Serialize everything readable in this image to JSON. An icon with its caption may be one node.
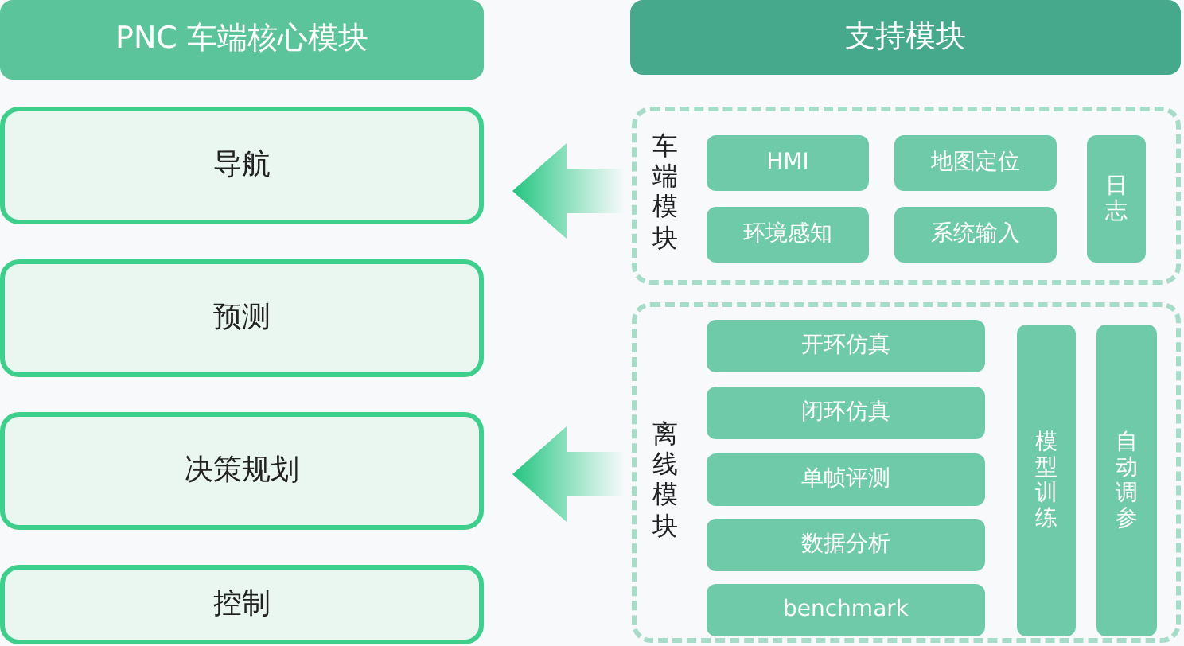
{
  "diagram": {
    "nodes": [
      {
        "text": [
          "PNC 车端核心模块"
        ]
      },
      {
        "text": [
          "导航"
        ]
      },
      {
        "text": [
          "预测"
        ]
      },
      {
        "text": [
          "决策规划"
        ]
      },
      {
        "text": [
          "控制"
        ]
      },
      {
        "text": [
          "支持模块"
        ]
      },
      {
        "text": [
          "车端模块"
        ]
      },
      {
        "text": [
          "HMI"
        ],
        "in": 6
      },
      {
        "text": [
          "地图定位"
        ],
        "in": 6
      },
      {
        "text": [
          "日志"
        ],
        "in": 6
      },
      {
        "text": [
          "环境感知"
        ],
        "in": 6
      },
      {
        "text": [
          "系统输入"
        ],
        "in": 6
      },
      {
        "text": [
          "离线模块"
        ]
      },
      {
        "text": [
          "开环仿真"
        ],
        "in": 12
      },
      {
        "text": [
          "模型训练"
        ],
        "in": 12
      },
      {
        "text": [
          "自动调参"
        ],
        "in": 12
      },
      {
        "text": [
          "闭环仿真"
        ],
        "in": 12
      },
      {
        "text": [
          "单帧评测"
        ],
        "in": 12
      },
      {
        "text": [
          "数据分析"
        ],
        "in": 12
      },
      {
        "text": [
          "benchmark"
        ],
        "in": 12
      }
    ],
    "edges": [
      {
        "from": 6,
        "to": 1,
        "arrow": "to"
      },
      {
        "from": 12,
        "to": 3,
        "arrow": "to"
      }
    ]
  }
}
